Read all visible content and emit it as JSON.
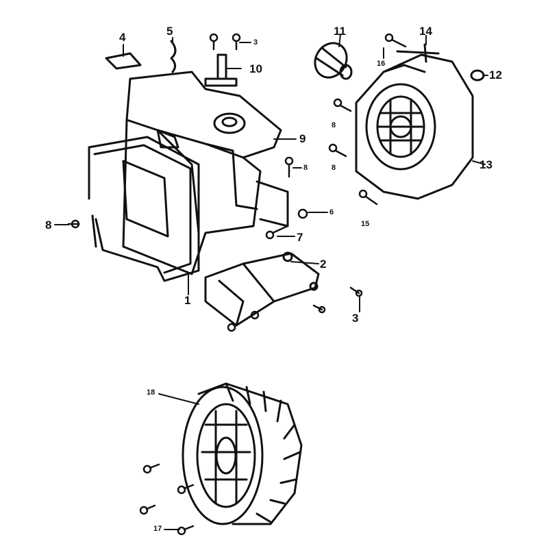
{
  "diagram": {
    "ink_color": "#111111",
    "background": "#ffffff",
    "callouts": [
      {
        "id": "c4",
        "text": "4"
      },
      {
        "id": "c5",
        "text": "5"
      },
      {
        "id": "c3a",
        "text": "3"
      },
      {
        "id": "c10",
        "text": "10"
      },
      {
        "id": "c11",
        "text": "11"
      },
      {
        "id": "c14",
        "text": "14"
      },
      {
        "id": "c16",
        "text": "16"
      },
      {
        "id": "c12",
        "text": "12"
      },
      {
        "id": "c8a",
        "text": "8"
      },
      {
        "id": "c9",
        "text": "9"
      },
      {
        "id": "c8b",
        "text": "8"
      },
      {
        "id": "c13",
        "text": "13"
      },
      {
        "id": "c8c",
        "text": "8"
      },
      {
        "id": "c6",
        "text": "6"
      },
      {
        "id": "c15",
        "text": "15"
      },
      {
        "id": "c8d",
        "text": "8"
      },
      {
        "id": "c7",
        "text": "7"
      },
      {
        "id": "c2",
        "text": "2"
      },
      {
        "id": "c1",
        "text": "1"
      },
      {
        "id": "c3b",
        "text": "3"
      },
      {
        "id": "c18",
        "text": "18"
      },
      {
        "id": "c17",
        "text": "17"
      }
    ]
  }
}
